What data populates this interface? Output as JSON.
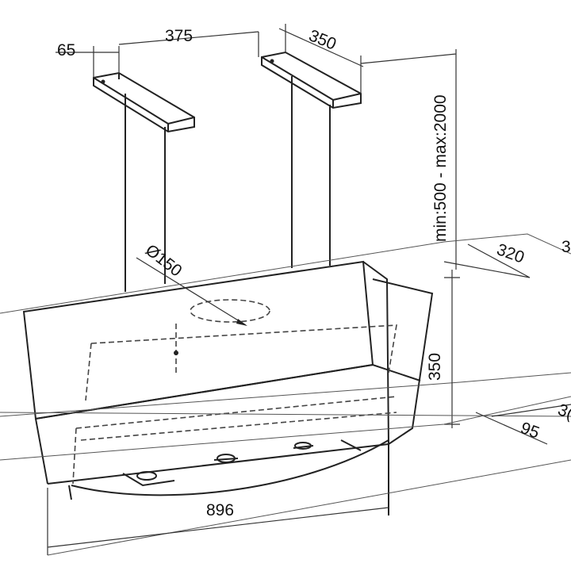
{
  "title": "Island cooker hood dimension drawing",
  "dimensions": {
    "bracket_offset": "65",
    "bracket_spacing": "375",
    "bracket_length": "350",
    "height_range": "min:500 - max:2000",
    "duct_diameter": "Ø150",
    "depth_top": "320",
    "body_height": "350",
    "depth_bottom": "95",
    "width": "896",
    "cut_off_right_top": "3",
    "cut_off_right_bottom": "3("
  }
}
